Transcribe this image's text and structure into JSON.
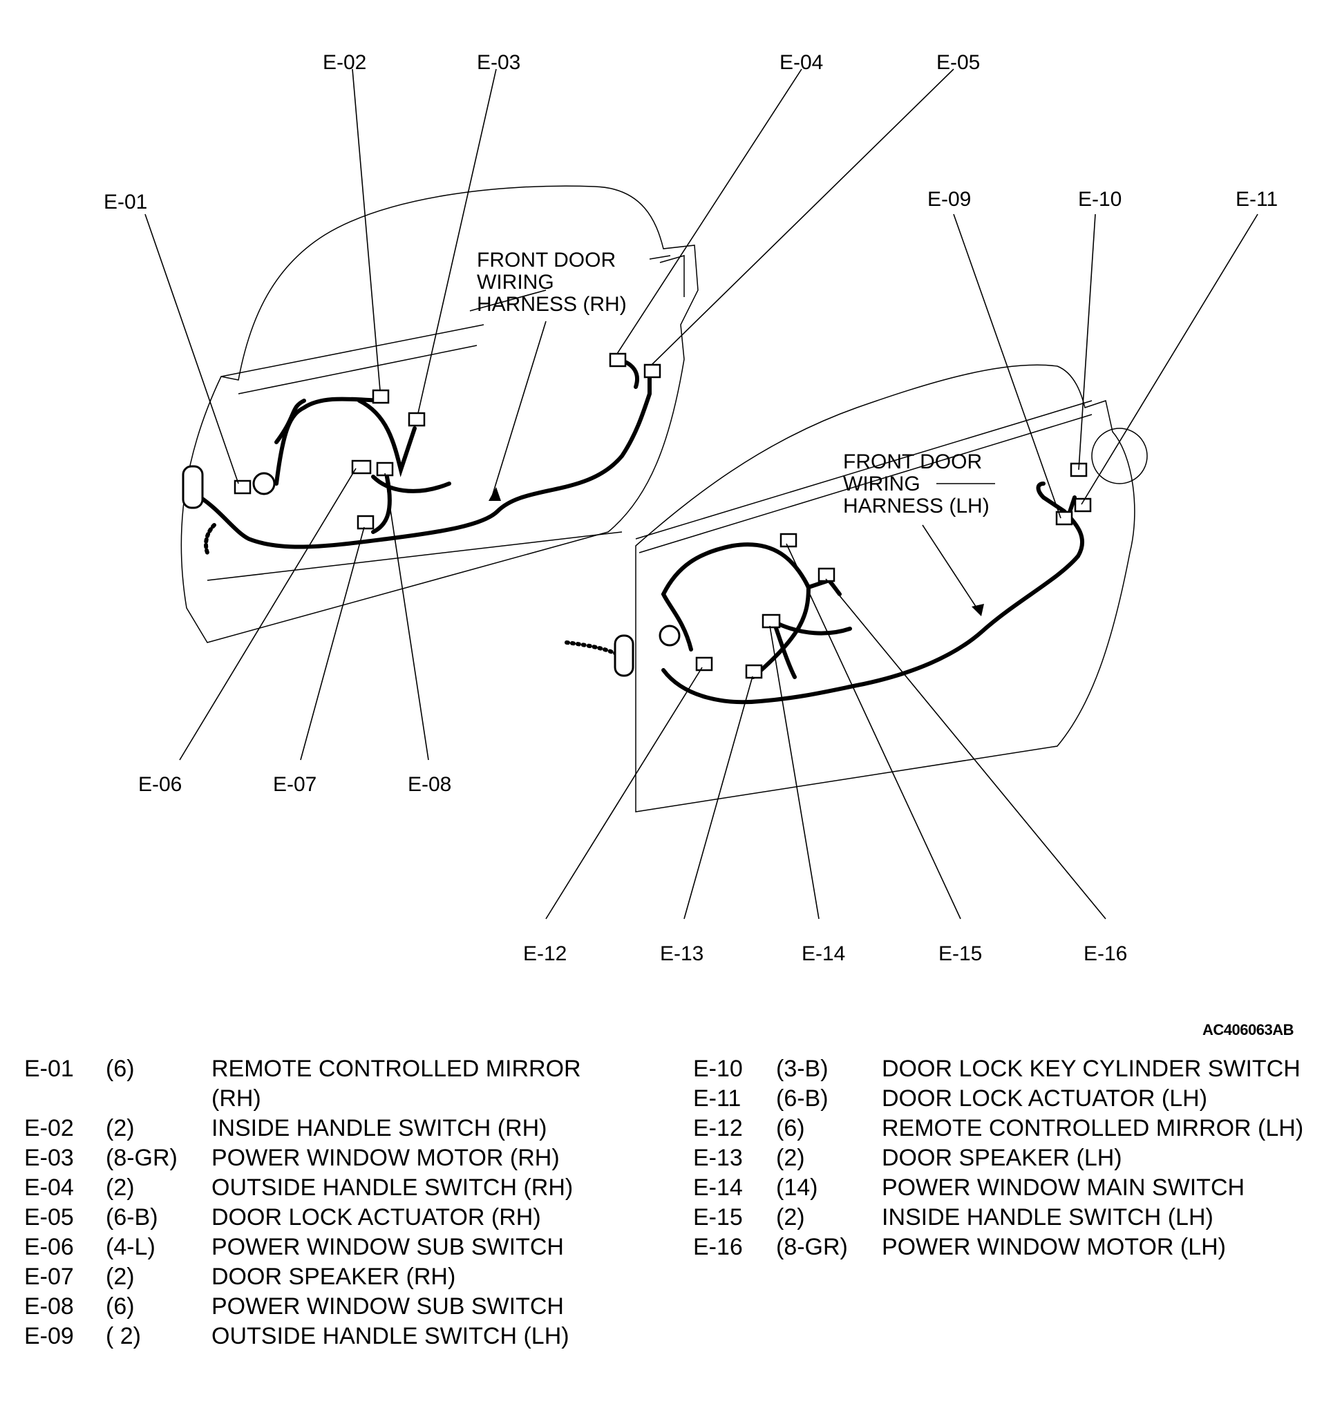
{
  "diagram": {
    "callouts": [
      "E-01",
      "E-02",
      "E-03",
      "E-04",
      "E-05",
      "E-06",
      "E-07",
      "E-08",
      "E-09",
      "E-10",
      "E-11",
      "E-12",
      "E-13",
      "E-14",
      "E-15",
      "E-16"
    ],
    "harness_rh": [
      "FRONT DOOR",
      "WIRING",
      "HARNESS (RH)"
    ],
    "harness_lh": [
      "FRONT DOOR",
      "WIRING",
      "HARNESS (LH)"
    ],
    "figure_code": "AC406063AB"
  },
  "legend": {
    "left": [
      {
        "code": "E-01",
        "pins": "(6)",
        "desc": "REMOTE CONTROLLED MIRROR (RH)"
      },
      {
        "code": "E-02",
        "pins": "(2)",
        "desc": "INSIDE HANDLE SWITCH (RH)"
      },
      {
        "code": "E-03",
        "pins": "(8-GR)",
        "desc": "POWER WINDOW MOTOR (RH)"
      },
      {
        "code": "E-04",
        "pins": "(2)",
        "desc": "OUTSIDE HANDLE SWITCH (RH)"
      },
      {
        "code": "E-05",
        "pins": "(6-B)",
        "desc": "DOOR LOCK ACTUATOR (RH)"
      },
      {
        "code": "E-06",
        "pins": "(4-L)",
        "desc": "POWER WINDOW SUB SWITCH"
      },
      {
        "code": "E-07",
        "pins": "(2)",
        "desc": "DOOR SPEAKER (RH)"
      },
      {
        "code": "E-08",
        "pins": "(6)",
        "desc": "POWER WINDOW SUB SWITCH"
      },
      {
        "code": "E-09",
        "pins": "( 2)",
        "desc": "OUTSIDE HANDLE SWITCH (LH)"
      }
    ],
    "right": [
      {
        "code": "E-10",
        "pins": "(3-B)",
        "desc": "DOOR LOCK KEY CYLINDER SWITCH"
      },
      {
        "code": "E-11",
        "pins": "(6-B)",
        "desc": "DOOR LOCK ACTUATOR (LH)"
      },
      {
        "code": "E-12",
        "pins": "(6)",
        "desc": "REMOTE CONTROLLED MIRROR (LH)"
      },
      {
        "code": "E-13",
        "pins": "(2)",
        "desc": "DOOR SPEAKER (LH)"
      },
      {
        "code": "E-14",
        "pins": "(14)",
        "desc": "POWER WINDOW MAIN SWITCH"
      },
      {
        "code": "E-15",
        "pins": "(2)",
        "desc": "INSIDE HANDLE SWITCH (LH)"
      },
      {
        "code": "E-16",
        "pins": "(8-GR)",
        "desc": "POWER WINDOW MOTOR (LH)"
      }
    ]
  }
}
